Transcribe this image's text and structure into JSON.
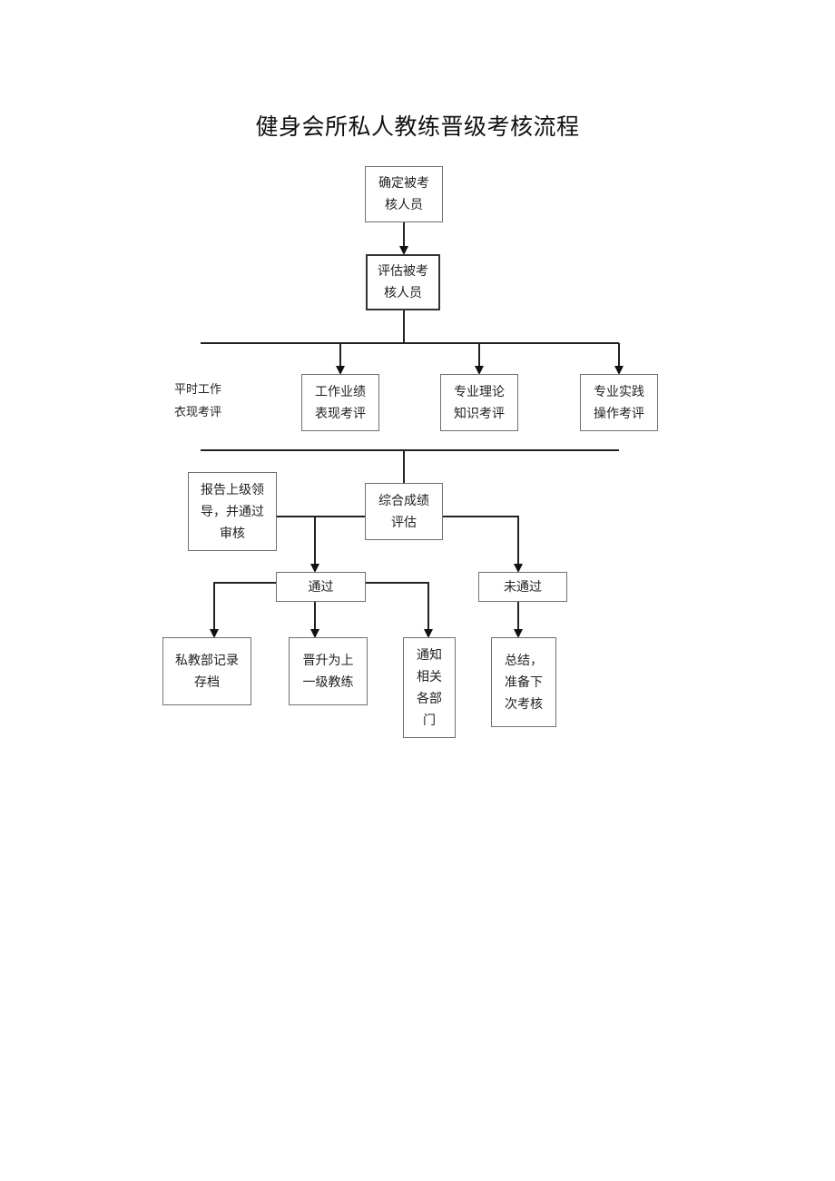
{
  "title": "健身会所私人教练晋级考核流程",
  "nodes": {
    "confirm": "确定被考\n核人员",
    "assess": "评估被考\n核人员",
    "work": "工作业绩\n表现考评",
    "theory": "专业理论\n知识考评",
    "practice": "专业实践\n操作考评",
    "composite": "综合成绩\n评估",
    "report": "报告上级领\n导，并通过\n审核",
    "pass": "通过",
    "fail": "未通过",
    "archive": "私教部记录\n存档",
    "promote": "晋升为上\n一级教练",
    "notify": "通知\n相关\n各部\n门",
    "summary": "总结，\n准备下\n次考核"
  },
  "side_note": "平时工作\n衣现考评"
}
